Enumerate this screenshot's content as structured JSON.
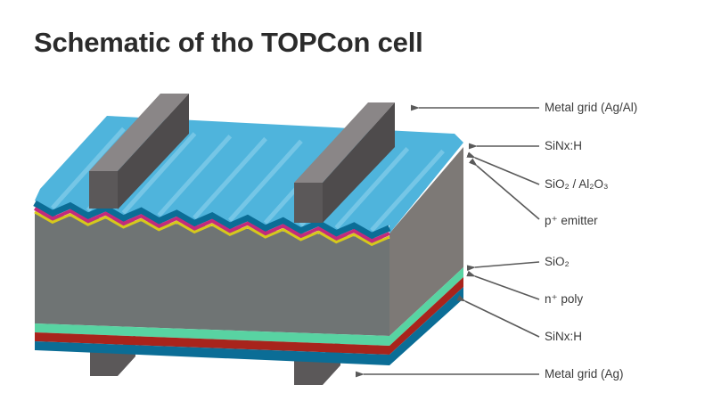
{
  "title": "Schematic of tho TOPCon cell",
  "labels": {
    "metal_grid_front": "Metal grid (Ag/Al)",
    "sinx_front": "SiNx:H",
    "sio2_al2o3": "SiO₂ / Al₂O₃",
    "p_emitter": "p⁺ emitter",
    "sio2_rear": "SiO₂",
    "n_poly": "n⁺ poly",
    "sinx_rear": "SiNx:H",
    "metal_grid_rear": "Metal grid (Ag)"
  },
  "colors": {
    "silicon": "#6f7474",
    "silicon_side": "#7d7976",
    "texture": "#4fb4dc",
    "sinx": "#0b6d96",
    "al2o3": "#c32b7c",
    "emitter": "#d6c81c",
    "sio2": "#58d3a2",
    "n_poly": "#a8241c",
    "metal": "#5b5859",
    "metal_top": "#8a8687",
    "arrow": "#5a5a5a"
  }
}
